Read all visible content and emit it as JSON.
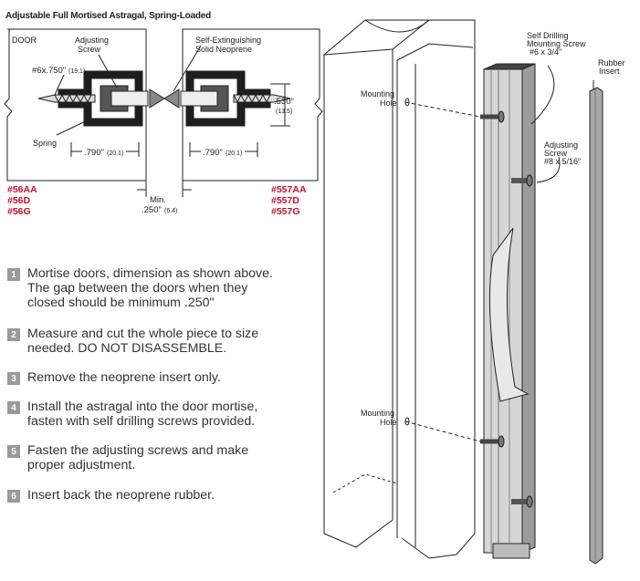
{
  "title": "Adjustable Full Mortised Astragal, Spring-Loaded",
  "section_detail": {
    "door_label": "DOOR",
    "adjusting_screw": [
      "Adjusting",
      "Screw"
    ],
    "neoprene": [
      "Self-Extinguishing",
      "Solid Neoprene"
    ],
    "screw_spec_left": "#6x.750\"",
    "screw_spec_left_mm": "(19.1)",
    "height_dim": ".530\"",
    "height_dim_mm": "(13.5)",
    "spring": "Spring",
    "dim_left": ".790\"",
    "dim_left_mm": "(20.1)",
    "dim_right": ".790\"",
    "dim_right_mm": "(20.1)",
    "min_label": "Min.",
    "min_dim": ".250\"",
    "min_dim_mm": "(6.4)"
  },
  "models_left": [
    "#56AA",
    "#56D",
    "#56G"
  ],
  "models_right": [
    "#557AA",
    "#557D",
    "#557G"
  ],
  "colors": {
    "model_red": "#c8102e",
    "step_badge": "#9a9a9a"
  },
  "steps": [
    {
      "num": "1",
      "lines": [
        "Mortise doors, dimension as shown above.",
        "The gap between the doors when they",
        "closed should be minimum .250\""
      ]
    },
    {
      "num": "2",
      "lines": [
        "Measure and cut the whole piece to size",
        "needed. DO NOT DISASSEMBLE."
      ]
    },
    {
      "num": "3",
      "lines": [
        "Remove the neoprene insert only."
      ]
    },
    {
      "num": "4",
      "lines": [
        "Install the astragal into the door mortise,",
        "fasten with self drilling screws provided."
      ]
    },
    {
      "num": "5",
      "lines": [
        "Fasten the adjusting screws and make",
        "proper adjustment."
      ]
    },
    {
      "num": "6",
      "lines": [
        "Insert back the neoprene rubber."
      ]
    }
  ],
  "assembly": {
    "self_drilling": [
      "Self Drilling",
      "Mounting Screw",
      "#6 x 3/4\""
    ],
    "rubber_insert": [
      "Rubber",
      "Insert"
    ],
    "mounting_hole": [
      "Mounting",
      "Hole"
    ],
    "adjusting_screw": [
      "Adjusting",
      "Screw",
      "#8 x 5/16\""
    ]
  }
}
